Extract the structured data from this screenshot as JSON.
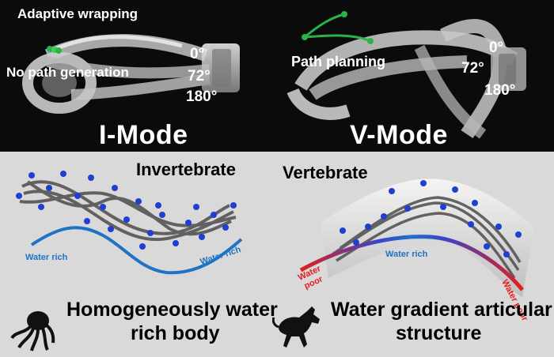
{
  "i_mode": {
    "adaptive": "Adaptive wrapping",
    "no_path": "No path generation",
    "angle0": "0°",
    "angle72": "72°",
    "angle180": "180°",
    "mode": "I-Mode"
  },
  "v_mode": {
    "path_planning": "Path planning",
    "angle0": "0°",
    "angle72": "72°",
    "angle180": "180°",
    "mode": "V-Mode"
  },
  "invertebrate": {
    "title": "Invertebrate",
    "water_rich_left": "Water rich",
    "water_rich_right": "Water rich",
    "caption_line1": "Homogeneously water",
    "caption_line2": "rich body"
  },
  "vertebrate": {
    "title": "Vertebrate",
    "water_rich": "Water rich",
    "water_poor_left_1": "Water",
    "water_poor_left_2": "poor",
    "water_poor_right": "Water poor",
    "caption_line1": "Water gradient articular",
    "caption_line2": "structure"
  },
  "colors": {
    "water_blue": "#1f73c6",
    "water_poor_red": "#e31d1d",
    "path_green": "#2bb34a",
    "particle_blue": "#1f3fd0"
  },
  "icons": [
    "octopus-icon",
    "horse-icon"
  ]
}
